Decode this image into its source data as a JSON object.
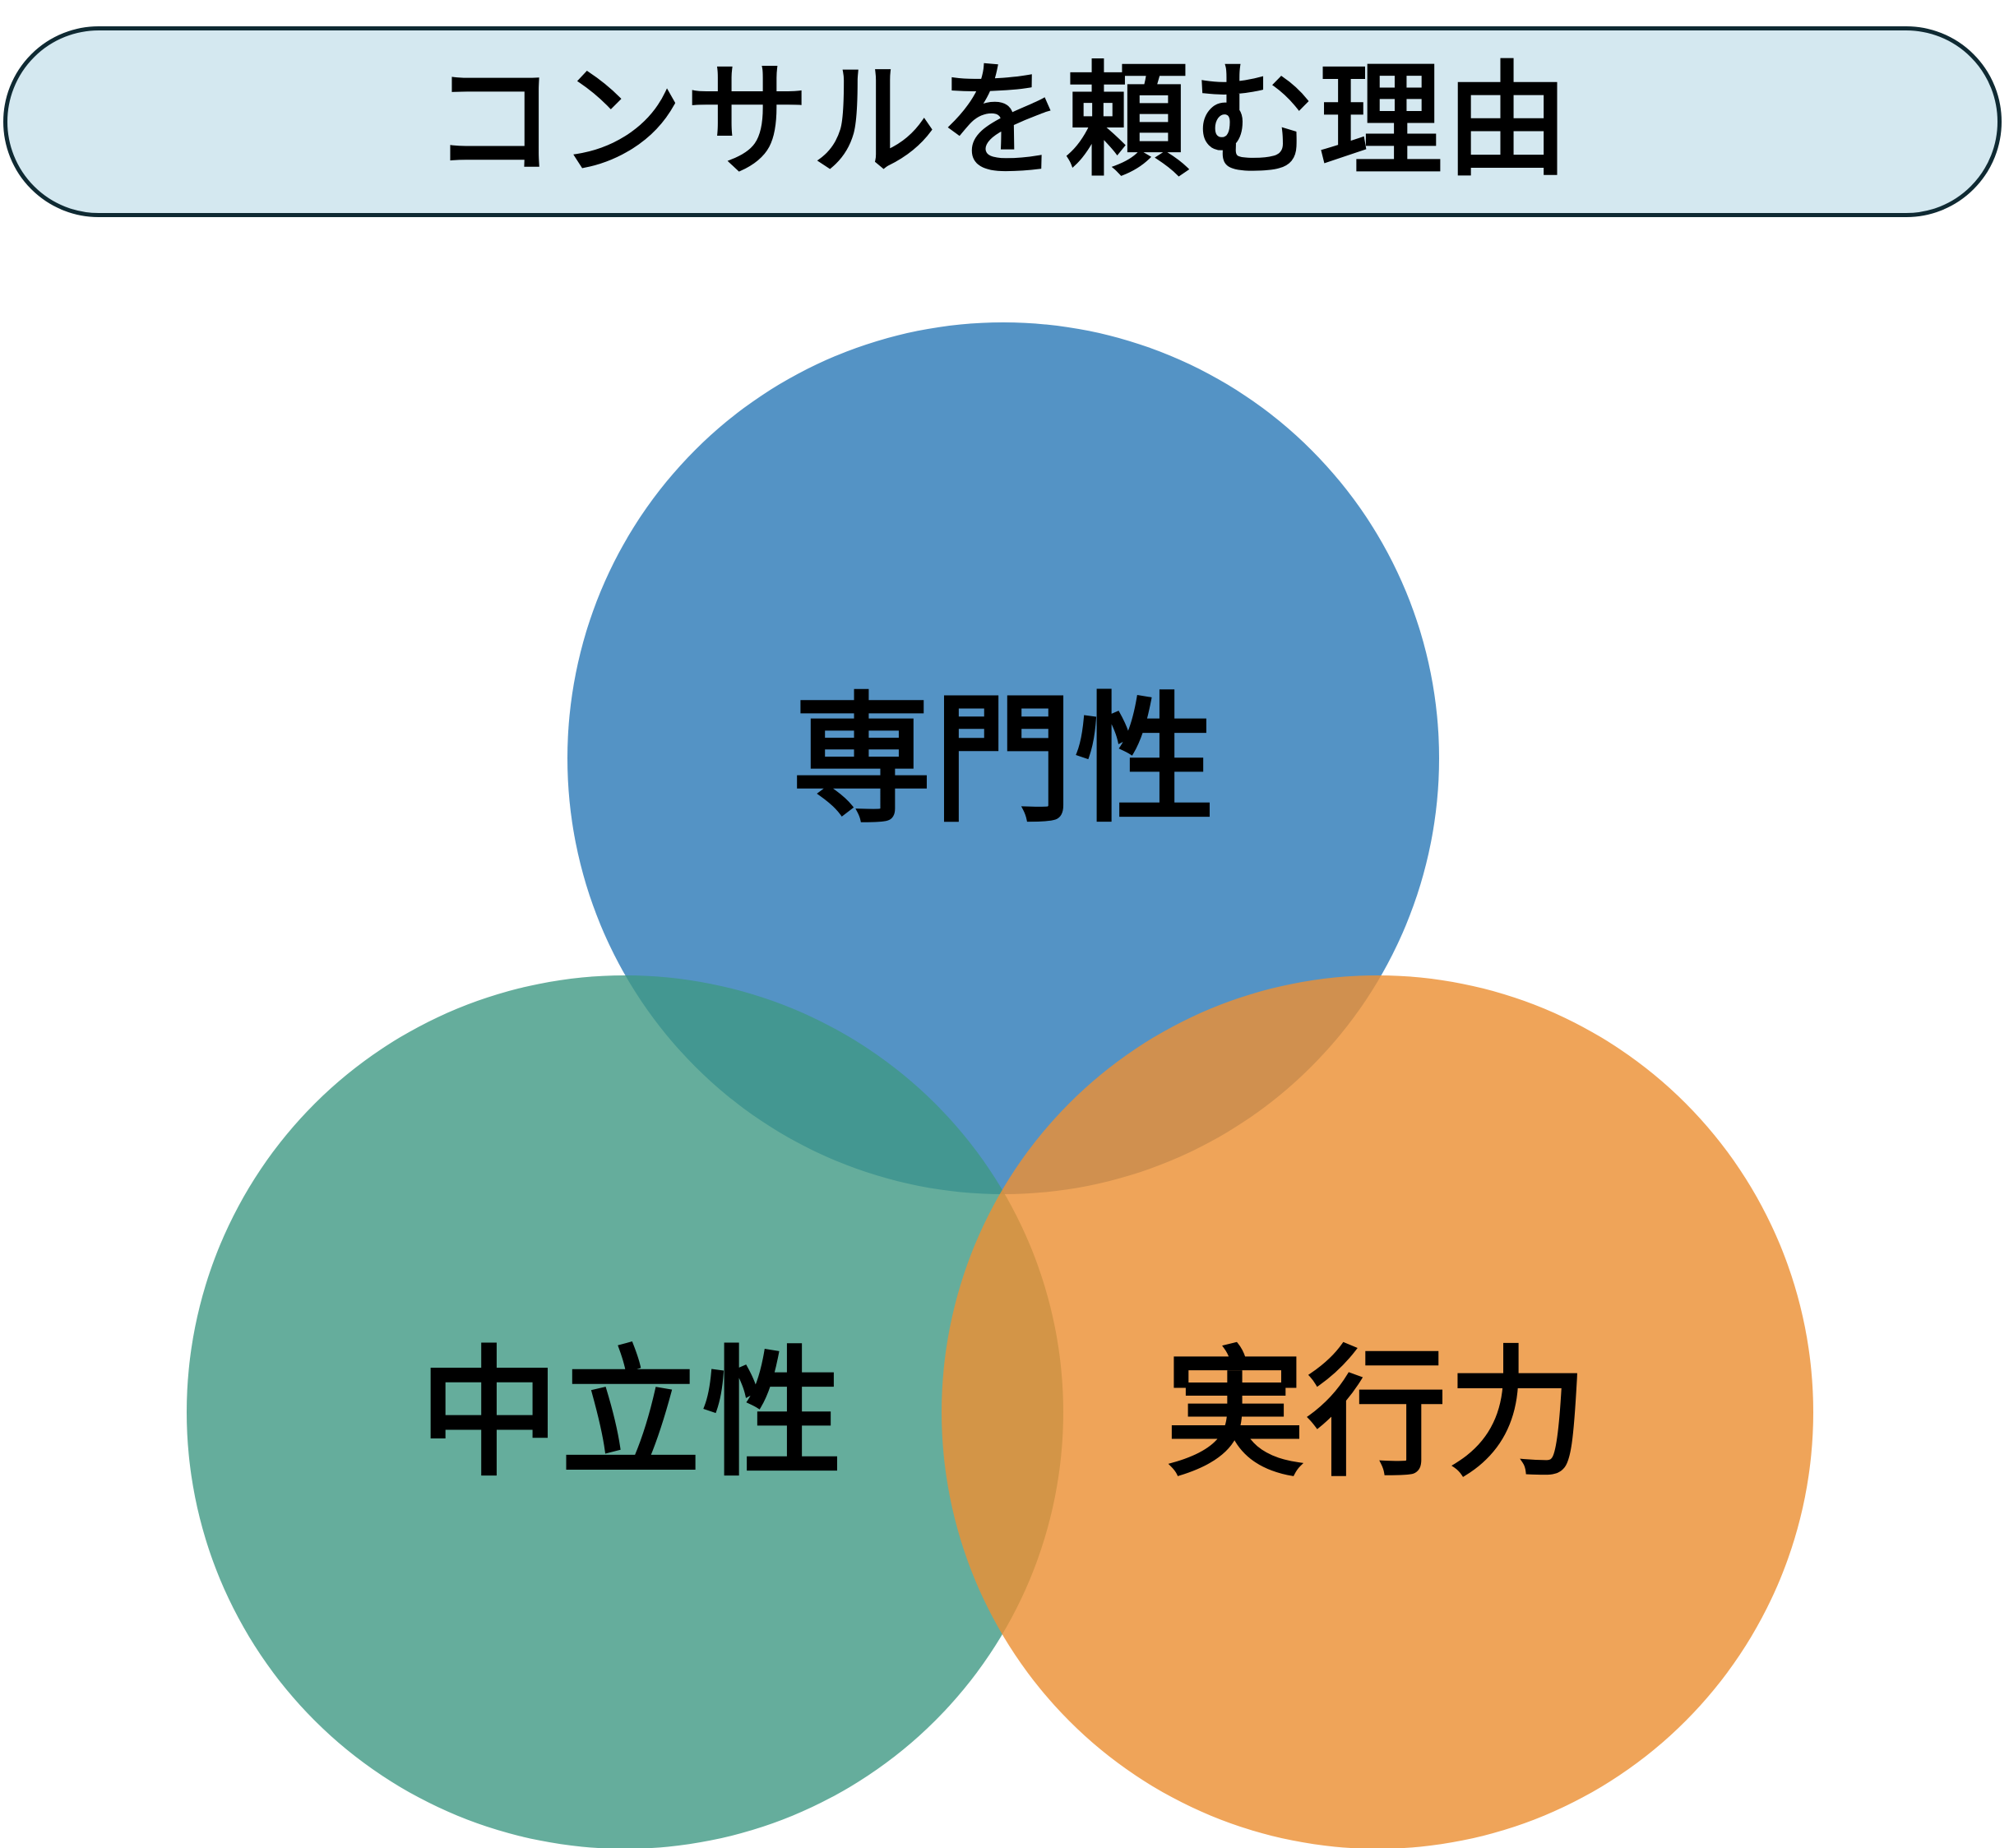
{
  "title": "コンサルを頼む理由",
  "circles": [
    {
      "key": "expertise",
      "label": "専門性",
      "color": "#2e7bb8"
    },
    {
      "key": "neutrality",
      "label": "中立性",
      "color": "#3f9883"
    },
    {
      "key": "execution",
      "label": "実行力",
      "color": "#ec9035"
    }
  ],
  "colors": {
    "banner_fill": "#d4e8f0",
    "banner_border": "#0f2a33"
  }
}
